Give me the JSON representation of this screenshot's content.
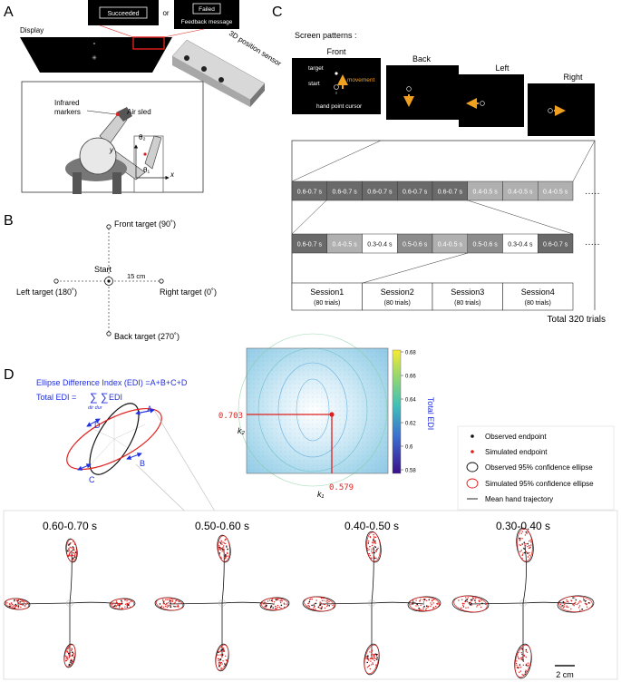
{
  "panels": {
    "a": "A",
    "b": "B",
    "c": "C",
    "d": "D"
  },
  "panel_a": {
    "succeeded_label": "Succeeded",
    "or_label": "or",
    "failed_label": "Failed",
    "feedback_label": "Feedback message",
    "display_label": "Display",
    "sensor_label": "3D position sensor",
    "infrared_line1": "Infrared",
    "infrared_line2": "markers",
    "air_sled_label": "Air sled",
    "theta2": "θ₂",
    "theta1": "θ₁",
    "y_axis": "y",
    "x_axis": "x"
  },
  "panel_b": {
    "front": "Front target (90˚)",
    "left": "Left target (180˚)",
    "right": "Right target (0˚)",
    "back": "Back target (270˚)",
    "start": "Start",
    "distance": "15 cm"
  },
  "panel_c": {
    "title": "Screen patterns :",
    "screens": [
      "Front",
      "Back",
      "Left",
      "Right"
    ],
    "front_target": "target",
    "front_start": "start",
    "front_movement": "movement",
    "front_cursor": "hand point cursor",
    "row1": [
      "0.6-0.7 s",
      "0.6-0.7 s",
      "0.6-0.7 s",
      "0.6-0.7 s",
      "0.6-0.7 s",
      "0.4-0.5 s",
      "0.4-0.5 s",
      "0.4-0.5 s"
    ],
    "row1_shades": [
      "#6a6a6a",
      "#6a6a6a",
      "#6a6a6a",
      "#6a6a6a",
      "#6a6a6a",
      "#b0b0b0",
      "#b0b0b0",
      "#b0b0b0"
    ],
    "row2": [
      "0.6-0.7 s",
      "0.4-0.5 s",
      "0.3-0.4 s",
      "0.5-0.6 s",
      "0.4-0.5 s",
      "0.5-0.6 s",
      "0.3-0.4 s",
      "0.6-0.7 s"
    ],
    "row2_shades": [
      "#6a6a6a",
      "#b0b0b0",
      "#ffffff",
      "#8c8c8c",
      "#b0b0b0",
      "#8c8c8c",
      "#ffffff",
      "#6a6a6a"
    ],
    "ellipsis": "·····",
    "sessions": [
      {
        "name": "Session1",
        "trials": "(80 trials)"
      },
      {
        "name": "Session2",
        "trials": "(80 trials)"
      },
      {
        "name": "Session3",
        "trials": "(80 trials)"
      },
      {
        "name": "Session4",
        "trials": "(80 trials)"
      }
    ],
    "total": "Total 320 trials"
  },
  "panel_d": {
    "edi_formula": "Ellipse Difference Index (EDI) =A+B+C+D",
    "total_edi": "Total EDI =",
    "total_edi_rhs": "EDI",
    "sum_sub": "dir dur",
    "labels": [
      "A",
      "B",
      "C",
      "D"
    ],
    "k1_label": "k₁",
    "k2_label": "k₂",
    "k1_value": "0.579",
    "k2_value": "0.703",
    "colorbar_label": "Total EDI",
    "colorbar_ticks": [
      "0.68",
      "0.66",
      "0.64",
      "0.62",
      "0.6",
      "0.58"
    ],
    "legend": [
      "Observed endpoint",
      "Simulated endpoint",
      "Observed 95% confidence ellipse",
      "Simulated 95% confidence ellipse",
      "Mean hand trajectory"
    ],
    "durations": [
      "0.60-0.70 s",
      "0.50-0.60 s",
      "0.40-0.50 s",
      "0.30-0.40 s"
    ],
    "scale_label": "2 cm"
  },
  "colors": {
    "accent_red": "#e0201e",
    "orange": "#f0a020",
    "blue_text": "#1f2fe0"
  }
}
